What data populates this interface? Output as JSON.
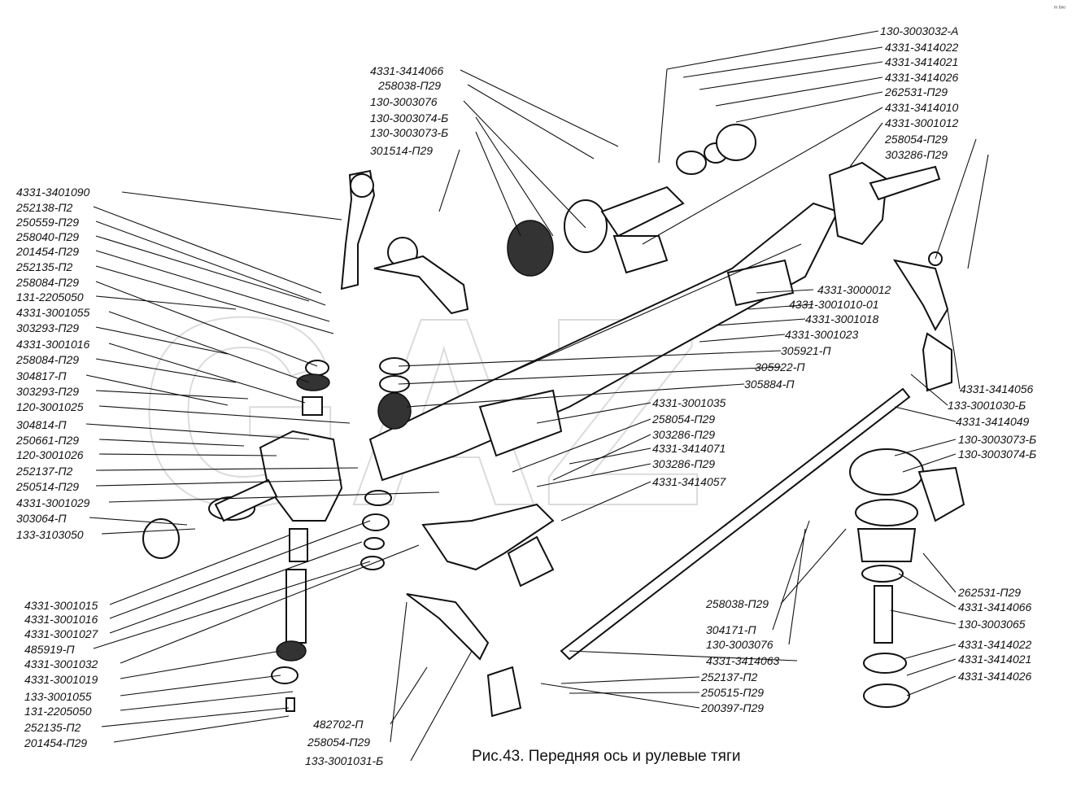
{
  "caption": "Рис.43. Передняя ось и рулевые тяги",
  "corner_mark": "ᵐ ᵇᵒᵒ",
  "labels_left": [
    "4331-3401090",
    "252138-П2",
    "250559-П29",
    "258040-П29",
    "201454-П29",
    "252135-П2",
    "258084-П29",
    "131-2205050",
    "4331-3001055",
    "303293-П29",
    "4331-3001016",
    "258084-П29",
    "304817-П",
    "303293-П29",
    "120-3001025",
    "304814-П",
    "250661-П29",
    "120-3001026",
    "252137-П2",
    "250514-П29",
    "4331-3001029",
    "303064-П",
    "133-3103050"
  ],
  "labels_left_bottom": [
    "4331-3001015",
    "4331-3001016",
    "4331-3001027",
    "485919-П",
    "4331-3001032",
    "4331-3001019",
    "133-3001055",
    "131-2205050",
    "252135-П2",
    "201454-П29"
  ],
  "labels_top_center": [
    "4331-3414066",
    "258038-П29",
    "130-3003076",
    "130-3003074-Б",
    "130-3003073-Б",
    "301514-П29"
  ],
  "labels_right_top": [
    "130-3003032-А",
    "4331-3414022",
    "4331-3414021",
    "4331-3414026",
    "262531-П29",
    "4331-3414010",
    "4331-3001012",
    "258054-П29",
    "303286-П29"
  ],
  "labels_center_right": [
    "4331-3000012",
    "4331-3001010-01",
    "4331-3001018",
    "4331-3001023",
    "305921-П",
    "305922-П",
    "305884-П"
  ],
  "labels_center": [
    "4331-3001035",
    "258054-П29",
    "303286-П29",
    "4331-3414071",
    "303286-П29",
    "4331-3414057"
  ],
  "labels_right_mid": [
    "4331-3414056",
    "133-3001030-Б",
    "4331-3414049",
    "130-3003073-Б",
    "130-3003074-Б"
  ],
  "labels_right_bottom": [
    "262531-П29",
    "4331-3414066",
    "130-3003065",
    "4331-3414022",
    "4331-3414021",
    "4331-3414026"
  ],
  "labels_bottom_center": [
    "258038-П29",
    "304171-П",
    "130-3003076",
    "4331-3414063",
    "252137-П2",
    "250515-П29",
    "200397-П29"
  ],
  "labels_bottom_left": [
    "482702-П",
    "258054-П29",
    "133-3001031-Б"
  ]
}
